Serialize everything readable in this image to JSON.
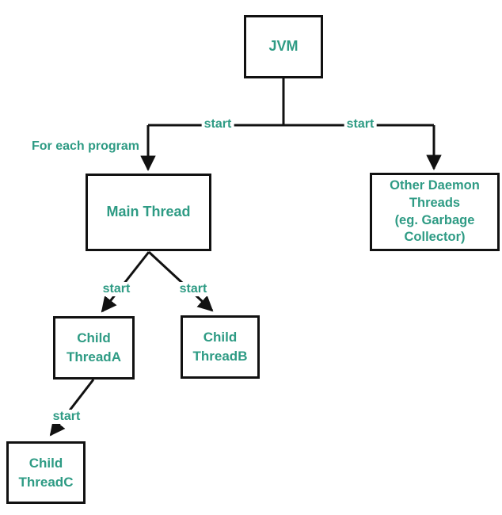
{
  "diagram": {
    "nodes": {
      "jvm": {
        "label": "JVM"
      },
      "main_thread": {
        "label": "Main Thread"
      },
      "other_daemon_threads": {
        "label": "Other Daemon\nThreads\n(eg. Garbage\nCollector)"
      },
      "child_thread_a": {
        "label": "Child\nThreadA"
      },
      "child_thread_b": {
        "label": "Child\nThreadB"
      },
      "child_thread_c": {
        "label": "Child\nThreadC"
      }
    },
    "edge_labels": {
      "jvm_to_main": "start",
      "jvm_to_daemon": "start",
      "main_to_child_a": "start",
      "main_to_child_b": "start",
      "child_a_to_child_c": "start",
      "annotation": "For each program"
    },
    "colors": {
      "text": "#2e9b84",
      "line": "#111111",
      "background": "#ffffff"
    }
  }
}
